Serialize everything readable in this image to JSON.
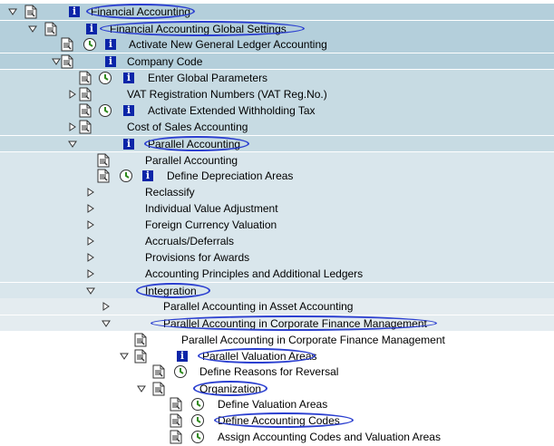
{
  "rows": [
    {
      "label": "Financial Accounting",
      "toggle": "expanded",
      "doc": true,
      "clock": false,
      "info": true,
      "circled": true
    },
    {
      "label": "Financial Accounting Global Settings",
      "toggle": "expanded",
      "doc": true,
      "clock": false,
      "info": true,
      "circled": true
    },
    {
      "label": "Activate New General Ledger Accounting",
      "toggle": "none",
      "doc": true,
      "clock": true,
      "info": true,
      "circled": false
    },
    {
      "label": "Company Code",
      "toggle": "expanded",
      "doc": true,
      "clock": false,
      "info": true,
      "circled": true
    },
    {
      "label": "Enter Global Parameters",
      "toggle": "none",
      "doc": true,
      "clock": true,
      "info": true,
      "circled": false
    },
    {
      "label": "VAT Registration Numbers (VAT Reg.No.)",
      "toggle": "collapsed",
      "doc": true,
      "clock": false,
      "info": false,
      "circled": false
    },
    {
      "label": "Activate Extended Withholding Tax",
      "toggle": "none",
      "doc": true,
      "clock": true,
      "info": true,
      "circled": false
    },
    {
      "label": "Cost of Sales Accounting",
      "toggle": "collapsed",
      "doc": true,
      "clock": false,
      "info": false,
      "circled": false
    },
    {
      "label": "Parallel Accounting",
      "toggle": "expanded",
      "doc": false,
      "clock": false,
      "info": true,
      "circled": true
    },
    {
      "label": "Parallel Accounting",
      "toggle": "none",
      "doc": true,
      "clock": false,
      "info": false,
      "circled": false
    },
    {
      "label": "Define Depreciation Areas",
      "toggle": "none",
      "doc": true,
      "clock": true,
      "info": true,
      "circled": false
    },
    {
      "label": "Reclassify",
      "toggle": "collapsed",
      "doc": false,
      "clock": false,
      "info": false,
      "circled": false
    },
    {
      "label": "Individual Value Adjustment",
      "toggle": "collapsed",
      "doc": false,
      "clock": false,
      "info": false,
      "circled": false
    },
    {
      "label": "Foreign Currency Valuation",
      "toggle": "collapsed",
      "doc": false,
      "clock": false,
      "info": false,
      "circled": false
    },
    {
      "label": "Accruals/Deferrals",
      "toggle": "collapsed",
      "doc": false,
      "clock": false,
      "info": false,
      "circled": false
    },
    {
      "label": "Provisions for Awards",
      "toggle": "collapsed",
      "doc": false,
      "clock": false,
      "info": false,
      "circled": false
    },
    {
      "label": "Accounting Principles and Additional Ledgers",
      "toggle": "collapsed",
      "doc": false,
      "clock": false,
      "info": false,
      "circled": false
    },
    {
      "label": "Integration",
      "toggle": "expanded",
      "doc": false,
      "clock": false,
      "info": false,
      "circled": true
    },
    {
      "label": "Parallel Accounting in Asset Accounting",
      "toggle": "collapsed",
      "doc": false,
      "clock": false,
      "info": false,
      "circled": false
    },
    {
      "label": "Parallel Accounting in Corporate Finance Management",
      "toggle": "expanded",
      "doc": false,
      "clock": false,
      "info": false,
      "circled": true
    },
    {
      "label": "Parallel Accounting in Corporate Finance Management",
      "toggle": "none",
      "doc": true,
      "clock": false,
      "info": false,
      "circled": false
    },
    {
      "label": "Parallel Valuation Areas",
      "toggle": "expanded",
      "doc": true,
      "clock": false,
      "info": true,
      "circled": true
    },
    {
      "label": "Define Reasons for Reversal",
      "toggle": "none",
      "doc": true,
      "clock": true,
      "info": false,
      "circled": false
    },
    {
      "label": "Organization",
      "toggle": "expanded",
      "doc": true,
      "clock": false,
      "info": false,
      "circled": true
    },
    {
      "label": "Define Valuation Areas",
      "toggle": "none",
      "doc": true,
      "clock": true,
      "info": false,
      "circled": false
    },
    {
      "label": "Define Accounting Codes",
      "toggle": "none",
      "doc": true,
      "clock": true,
      "info": false,
      "circled": true
    },
    {
      "label": "Assign Accounting Codes and Valuation Areas",
      "toggle": "none",
      "doc": true,
      "clock": true,
      "info": false,
      "circled": false
    }
  ],
  "colors": {
    "highlight_circle": "#2b3fd0",
    "info_icon": "#0b25a8",
    "clock_icon": "#2f8a1c"
  }
}
